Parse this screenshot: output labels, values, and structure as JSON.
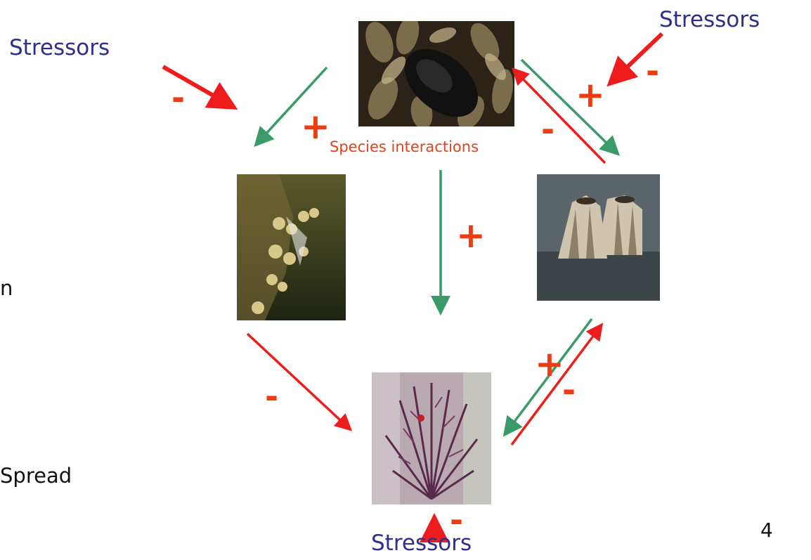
{
  "diagram": {
    "stressor_label": "Stressors",
    "species_interactions_label": "Species interactions",
    "plus_sign": "+",
    "minus_sign": "-",
    "page_number": "4",
    "partial_text": {
      "line_a": "n",
      "line_b": "Spread"
    },
    "colors": {
      "positive_arrow": "#3a9a68",
      "negative_arrow": "#ee1c1c",
      "sign": "#ef3b12",
      "stressor_text": "#2e2e8c",
      "species_label": "#e8401c"
    },
    "photos": [
      {
        "name": "mussel-photo",
        "subject": "mussels"
      },
      {
        "name": "tunicate-photo",
        "subject": "tunicates"
      },
      {
        "name": "barnacle-photo",
        "subject": "barnacles"
      },
      {
        "name": "algae-photo",
        "subject": "red algae"
      }
    ]
  }
}
